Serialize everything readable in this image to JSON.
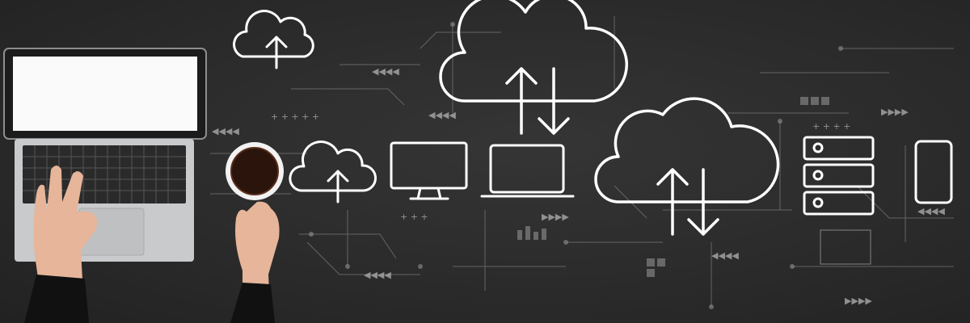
{
  "scene": {
    "description_tags": [
      "laptop",
      "hands-typing",
      "coffee-cup",
      "cloud-upload-icon",
      "cloud-sync-icon",
      "monitor-icon",
      "laptop-icon",
      "server-icon",
      "smartphone-icon",
      "circuit-lines"
    ],
    "colors": {
      "background": "#2a2a2a",
      "line_art": "#ffffff",
      "laptop_body": "#c9cacc",
      "skin": "#e8b89c",
      "coffee": "#2a140c"
    }
  }
}
